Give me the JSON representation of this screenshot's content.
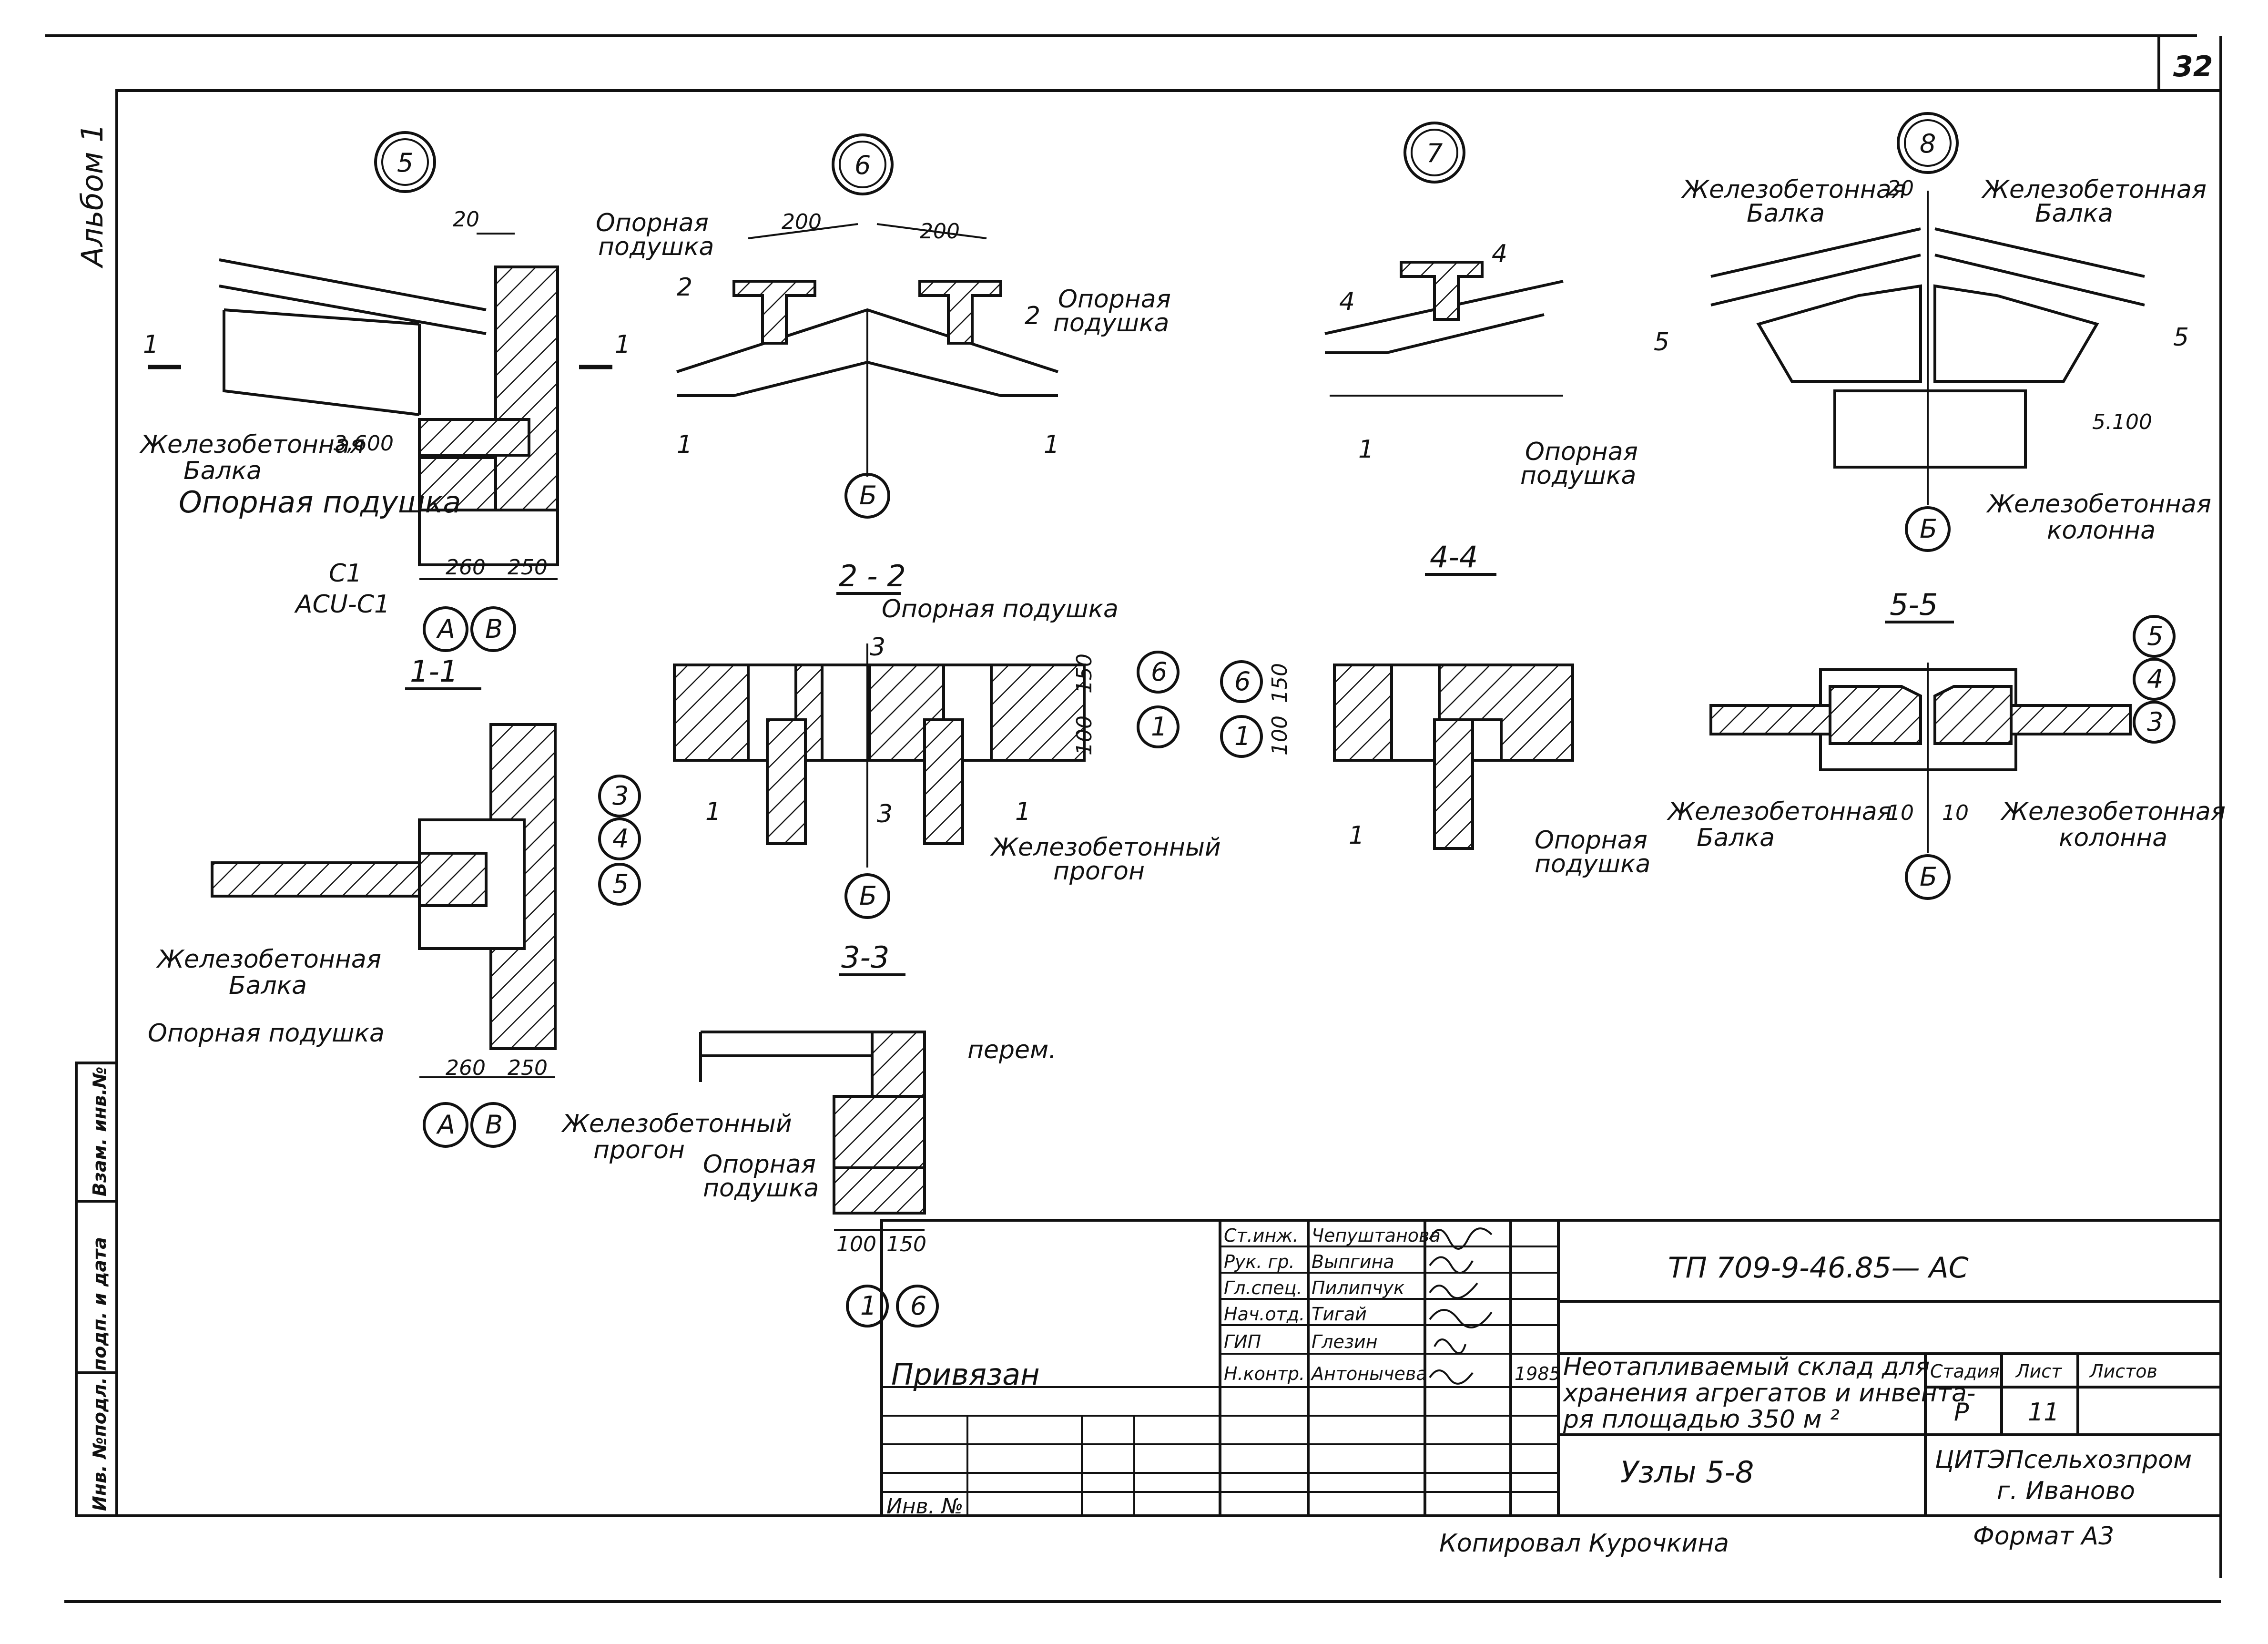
{
  "sheet": {
    "page_number": "32",
    "album": "Альбом 1",
    "nodes": {
      "n5": "5",
      "n6": "6",
      "n7": "7",
      "n8": "8"
    },
    "sections": {
      "s11": "1-1",
      "s22": "2 - 2",
      "s33": "3-3",
      "s44": "4-4",
      "s55": "5-5"
    },
    "cut_marks": {
      "c1": "1",
      "c2": "2",
      "c3": "3",
      "c4": "4",
      "c5": "5"
    },
    "labels": {
      "rc_beam_line1": "Железобетонная",
      "rc_beam_line2": "Балка",
      "support_pad": "Опорная подушка",
      "support_pad_line1": "Опорная",
      "support_pad_line2": "подушка",
      "rc_purlin_line1": "Железобетонный",
      "rc_purlin_line2": "прогон",
      "rc_column_line1": "Железобетонная",
      "rc_column_line2": "колонна",
      "c1": "С1",
      "acu": "АСU-С1",
      "perem": "перем."
    },
    "dims": {
      "d20": "20",
      "d200": "200",
      "d260": "260",
      "d250": "250",
      "d150": "150",
      "d100": "100",
      "d10": "10",
      "elev_3600": "3,600",
      "elev_5100": "5.100"
    },
    "axes": {
      "A": "А",
      "B": "В",
      "b": "Б",
      "one": "1",
      "three": "3",
      "four": "4",
      "five": "5",
      "six": "6"
    },
    "side_stamp": {
      "inv_orig": "Инв. №подл. подп. и дата",
      "vzam": "Взам. инв.№"
    },
    "title_block": {
      "project_code": "ТП 709-9-46.85— АС",
      "privyazan": "Привязан",
      "inv_no": "Инв. №",
      "description_line1": "Неотапливаемый склад для",
      "description_line2": "хранения агрегатов и инвента-",
      "description_line3": "ря    площадью 350 м ²",
      "sheet_title": "Узлы 5-8",
      "stage_header": "Стадия",
      "sheet_header": "Лист",
      "sheets_header": "Листов",
      "stage_value": "Р",
      "sheet_value": "11",
      "org_line1": "ЦИТЭПсельхозпром",
      "org_line2": "г. Иваново",
      "stamp_year": "1985",
      "staff": [
        {
          "role": "Ст.инж.",
          "name": "Чепуштанова"
        },
        {
          "role": "Рук. гр.",
          "name": "Выпгина"
        },
        {
          "role": "Гл.спец.",
          "name": "Пилипчук"
        },
        {
          "role": "Нач.отд.",
          "name": "Тигай"
        },
        {
          "role": "ГИП",
          "name": "Глезин"
        },
        {
          "role": "Н.контр.",
          "name": "Антонычева"
        }
      ]
    },
    "footer": {
      "copied_by": "Копировал  Курочкина",
      "format": "Формат  А3"
    }
  }
}
